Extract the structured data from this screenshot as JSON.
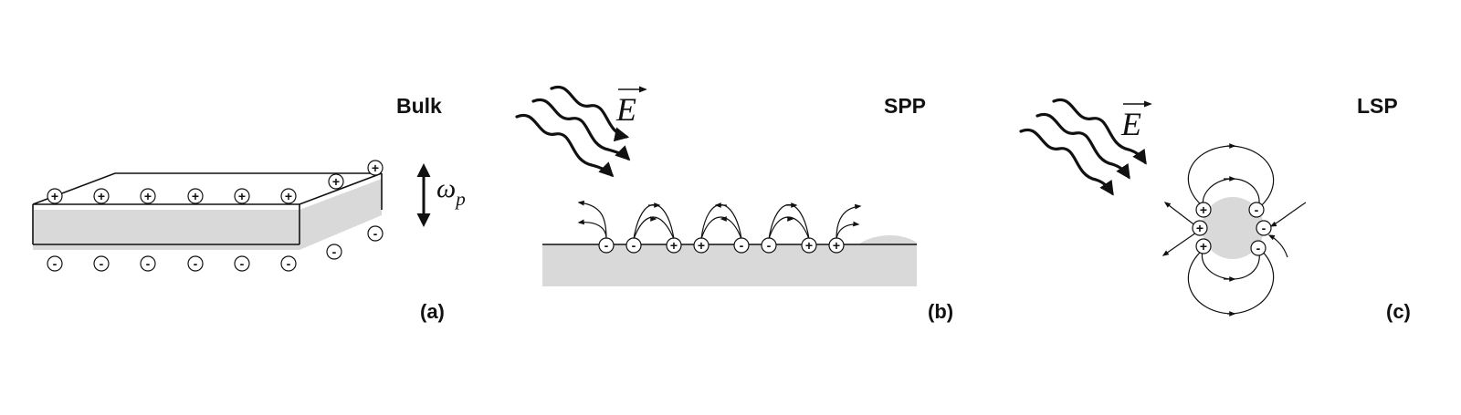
{
  "panels": [
    {
      "id": "a",
      "title": "Bulk",
      "label": "(a)",
      "symbol": "ω",
      "symbol_sub": "p"
    },
    {
      "id": "b",
      "title": "SPP",
      "label": "(b)",
      "symbol": "E"
    },
    {
      "id": "c",
      "title": "LSP",
      "label": "(c)",
      "symbol": "E"
    }
  ],
  "charges": {
    "plus": "+",
    "minus": "-"
  },
  "colors": {
    "metal": "#d9d9d9",
    "ink": "#111111",
    "background": "#ffffff"
  }
}
